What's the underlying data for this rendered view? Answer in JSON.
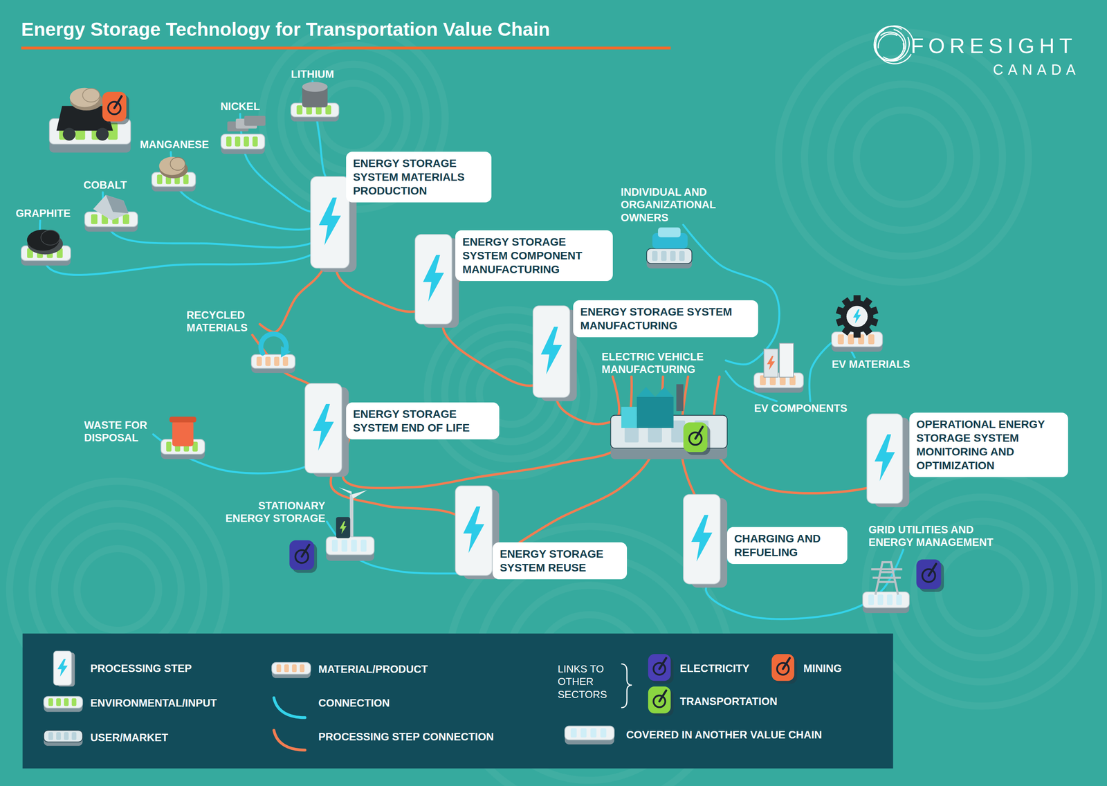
{
  "diagram": {
    "title": "Energy Storage Technology for Transportation Value Chain",
    "nodes": [
      {
        "text": [
          "LITHIUM"
        ]
      },
      {
        "text": [
          "NICKEL"
        ]
      },
      {
        "text": [
          "MANGANESE"
        ]
      },
      {
        "text": [
          "COBALT"
        ]
      },
      {
        "text": [
          "GRAPHITE"
        ]
      },
      {
        "text": [
          "ENERGY STORAGE SYSTEM MATERIALS PRODUCTION"
        ]
      },
      {
        "text": [
          "ENERGY STORAGE SYSTEM COMPONENT MANUFACTURING"
        ]
      },
      {
        "text": [
          "INDIVIDUAL AND ORGANIZATIONAL OWNERS"
        ]
      },
      {
        "text": [
          "ENERGY STORAGE SYSTEM MANUFACTURING"
        ]
      },
      {
        "text": [
          "RECYCLED MATERIALS"
        ]
      },
      {
        "text": [
          "ELECTRIC VEHICLE MANUFACTURING"
        ]
      },
      {
        "text": [
          "EV MATERIALS"
        ]
      },
      {
        "text": [
          "EV COMPONENTS"
        ]
      },
      {
        "text": [
          "WASTE FOR DISPOSAL"
        ]
      },
      {
        "text": [
          "ENERGY STORAGE SYSTEM END OF LIFE"
        ]
      },
      {
        "text": [
          "OPERATIONAL ENERGY STORAGE SYSTEM MONITORING AND OPTIMIZATION"
        ]
      },
      {
        "text": [
          "STATIONARY ENERGY STORAGE"
        ]
      },
      {
        "text": [
          "ENERGY STORAGE SYSTEM REUSE"
        ]
      },
      {
        "text": [
          "CHARGING AND REFUELING"
        ]
      },
      {
        "text": [
          "GRID UTILITIES AND ENERGY MANAGEMENT"
        ]
      }
    ],
    "edges": [
      {
        "from": 0,
        "to": 5,
        "arrow": "none"
      },
      {
        "from": 1,
        "to": 5,
        "arrow": "none"
      },
      {
        "from": 2,
        "to": 5,
        "arrow": "none"
      },
      {
        "from": 3,
        "to": 5,
        "arrow": "none"
      },
      {
        "from": 4,
        "to": 5,
        "arrow": "none"
      },
      {
        "from": 5,
        "to": 6,
        "arrow": "none"
      },
      {
        "from": 6,
        "to": 8,
        "arrow": "none"
      },
      {
        "from": 8,
        "to": 10,
        "arrow": "none"
      },
      {
        "from": 9,
        "to": 5,
        "arrow": "none"
      },
      {
        "from": 14,
        "to": 9,
        "arrow": "none"
      },
      {
        "from": 13,
        "to": 14,
        "arrow": "none"
      },
      {
        "from": 14,
        "to": 17,
        "arrow": "none"
      },
      {
        "from": 14,
        "to": 10,
        "arrow": "none"
      },
      {
        "from": 17,
        "to": 10,
        "arrow": "none"
      },
      {
        "from": 17,
        "to": 16,
        "arrow": "none"
      },
      {
        "from": 10,
        "to": 7,
        "arrow": "none"
      },
      {
        "from": 10,
        "to": 12,
        "arrow": "none"
      },
      {
        "from": 12,
        "to": 11,
        "arrow": "none"
      },
      {
        "from": 10,
        "to": 15,
        "arrow": "none"
      },
      {
        "from": 10,
        "to": 18,
        "arrow": "none"
      },
      {
        "from": 18,
        "to": 19,
        "arrow": "none"
      }
    ],
    "labels": [
      "FORESIGHT",
      "CANADA",
      "LINKS TO OTHER SECTORS"
    ],
    "legend": [
      {
        "text": "PROCESSING STEP"
      },
      {
        "text": "ENVIRONMENTAL/INPUT"
      },
      {
        "text": "USER/MARKET"
      },
      {
        "text": "MATERIAL/PRODUCT"
      },
      {
        "text": "CONNECTION"
      },
      {
        "text": "PROCESSING STEP CONNECTION"
      },
      {
        "text": "ELECTRICITY"
      },
      {
        "text": "MINING"
      },
      {
        "text": "TRANSPORTATION"
      },
      {
        "text": "COVERED IN ANOTHER VALUE CHAIN"
      }
    ]
  }
}
